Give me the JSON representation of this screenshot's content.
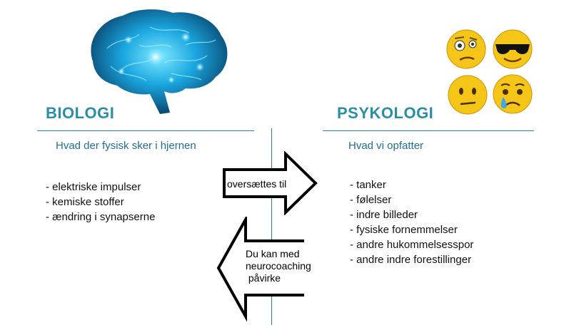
{
  "biology": {
    "heading": "BIOLOGI",
    "subheading": "Hvad der fysisk sker i hjernen",
    "items": [
      "- elektriske impulser",
      "- kemiske stoffer",
      "- ændring i synapserne"
    ]
  },
  "psychology": {
    "heading": "PSYKOLOGI",
    "subheading": "Hvad vi opfatter",
    "items": [
      "- tanker",
      "- følelser",
      "- indre billeder",
      "- fysiske fornemmelser",
      "- andre hukommelsesspor",
      "- andre indre forestillinger"
    ]
  },
  "arrows": {
    "right_label": "oversættes til",
    "left_label_lines": [
      "Du kan med",
      "neurocoaching",
      " påvirke"
    ]
  },
  "colors": {
    "heading": "#2a8fa6",
    "subheading": "#1f6f92",
    "divider": "#2a7fa0",
    "brain_glow": "#1ec8ff",
    "emoji_yellow": "#f5c518"
  },
  "icons": [
    "brain-illustration",
    "confused-face-icon",
    "sunglasses-face-icon",
    "neutral-face-icon",
    "crying-face-icon"
  ]
}
